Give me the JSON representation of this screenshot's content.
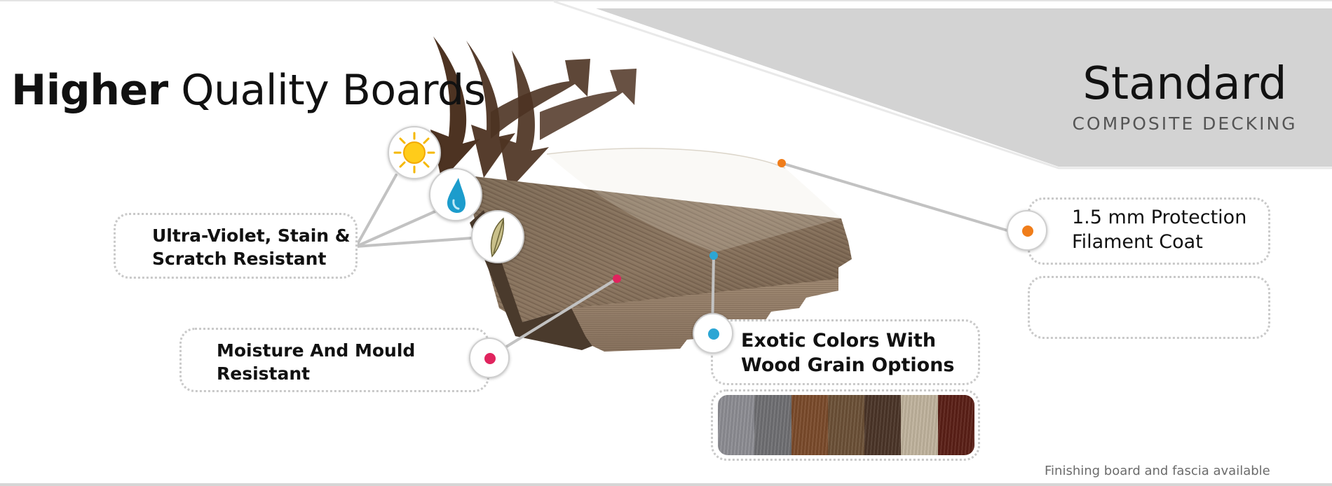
{
  "header": {
    "title_bold": "Higher",
    "title_rest": " Quality Boards"
  },
  "brand_panel": {
    "title": "Standard",
    "subtitle": "COMPOSITE DECKING",
    "panel_color": "#d3d3d3"
  },
  "features": {
    "uv": {
      "label": "Ultra-Violet, Stain &\nScratch Resistant"
    },
    "moisture": {
      "label": "Moisture And Mould\nResistant",
      "dot_color": "#e0245e"
    },
    "colors": {
      "label": "Exotic Colors With\nWood Grain Options",
      "dot_color": "#2ca6d4"
    },
    "coat": {
      "label": "1.5 mm Protection\nFilament Coat",
      "dot_color": "#f07d1a"
    }
  },
  "icons": [
    "sun-icon",
    "water-drop-icon",
    "leaf-icon",
    "weather-arrows-icon"
  ],
  "swatch_colors": [
    "#8c8c92",
    "#6f6f72",
    "#7a4a2a",
    "#6b5036",
    "#4a3427",
    "#bfb29c",
    "#5a1f16"
  ],
  "footer": {
    "note": "Finishing board and fascia available"
  }
}
